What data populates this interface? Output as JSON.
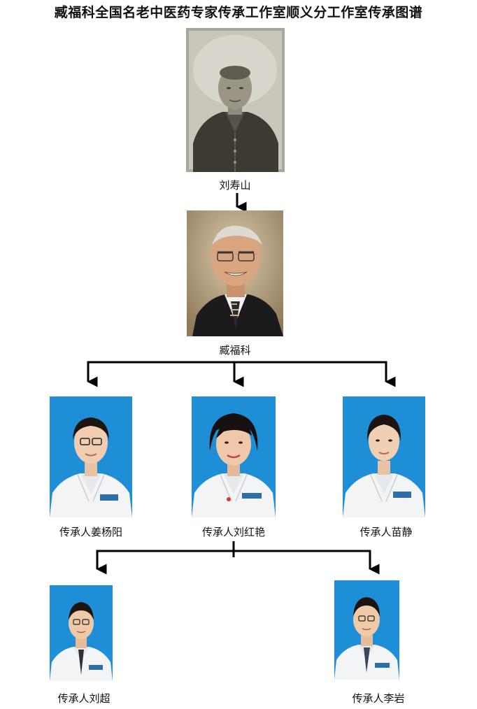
{
  "title": "臧福科全国名老中医药专家传承工作室顺义分工作室传承图谱",
  "nodes": {
    "root": {
      "name": "刘寿山"
    },
    "master": {
      "name": "臧福科"
    },
    "gen2": [
      {
        "name": "传承人姜杨阳"
      },
      {
        "name": "传承人刘红艳"
      },
      {
        "name": "传承人苗静"
      }
    ],
    "gen3": [
      {
        "name": "传承人刘超"
      },
      {
        "name": "传承人李岩"
      }
    ]
  },
  "colors": {
    "portrait_blue": "#1e8fd6",
    "line": "#000000"
  }
}
